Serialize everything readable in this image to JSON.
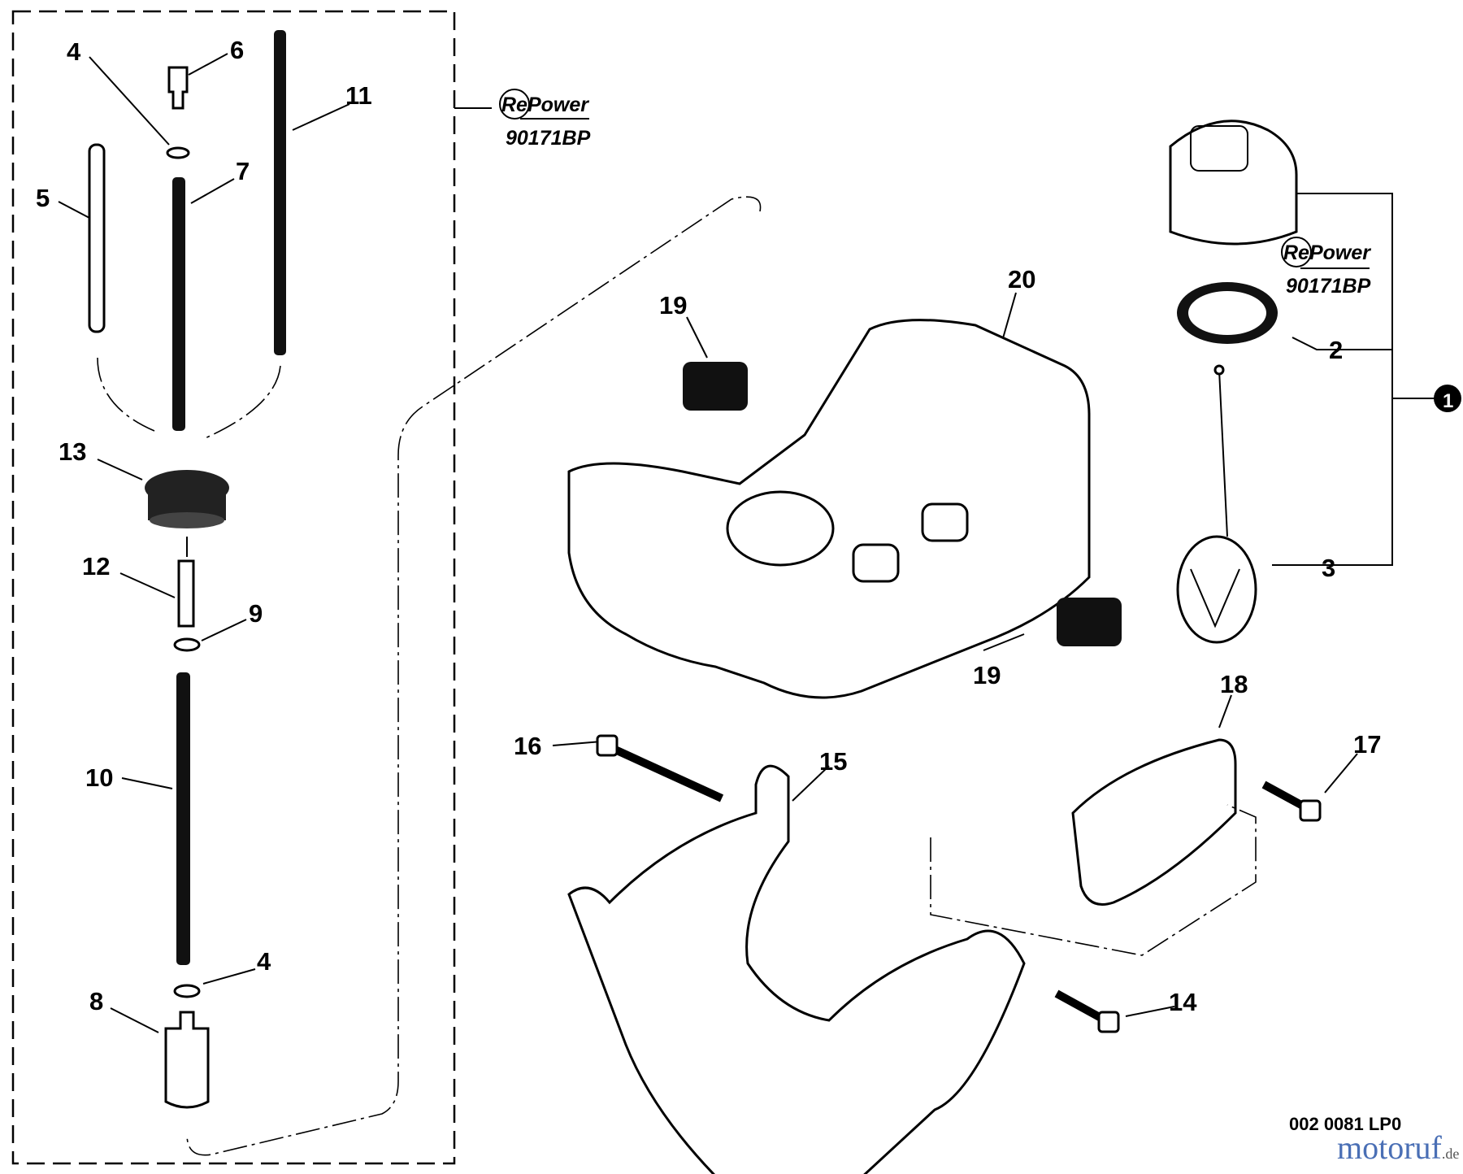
{
  "diagram": {
    "callouts": [
      "1",
      "2",
      "3",
      "4",
      "4",
      "5",
      "6",
      "7",
      "8",
      "9",
      "10",
      "11",
      "12",
      "13",
      "14",
      "15",
      "16",
      "17",
      "18",
      "19",
      "19",
      "20"
    ],
    "kit_logo": "RePower",
    "kit_number": "90171BP",
    "drawing_code": "002 0081 LP0",
    "watermark": {
      "main": "motoruf",
      "suffix": ".de"
    }
  }
}
